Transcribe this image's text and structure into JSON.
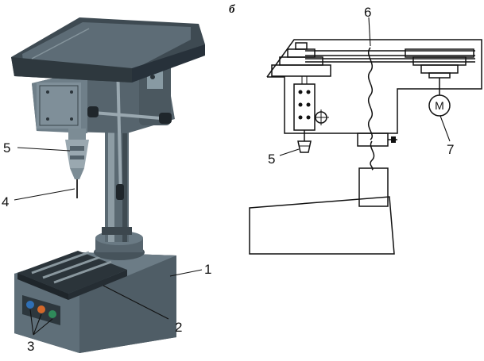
{
  "panel_letter": "б",
  "callouts": {
    "c1": "1",
    "c2": "2",
    "c3": "3",
    "c4": "4",
    "c5_photo": "5",
    "c5_schematic": "5",
    "c6": "6",
    "c7": "7"
  },
  "motor_symbol": "M",
  "colors": {
    "machine_dark": "#3e4a52",
    "machine_mid": "#5f6f79",
    "machine_light": "#9aa8b0",
    "button_blue": "#2f6fb5",
    "button_orange": "#d4682a",
    "button_green": "#2f8a5a"
  }
}
